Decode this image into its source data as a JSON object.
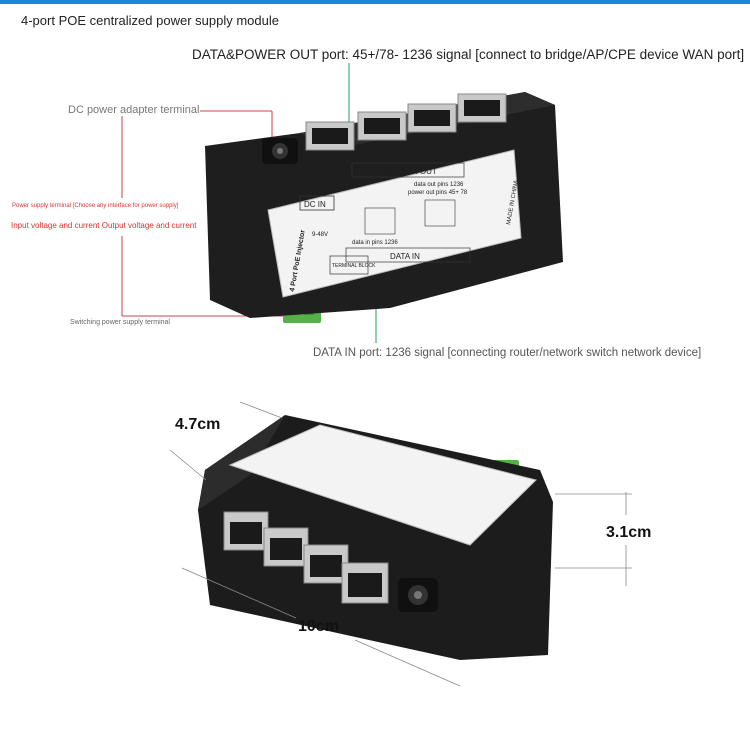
{
  "header": {
    "title": "4-port POE centralized power supply module",
    "accent_color": "#1e88d8"
  },
  "callouts": {
    "data_power_out": "DATA&POWER OUT port: 45+/78- 1236 signal [connect to bridge/AP/CPE device WAN port]",
    "dc_adapter": "DC power adapter terminal",
    "power_supply_terminal": "Power supply terminal [Choose any interface for power supply]",
    "io_note": "Input voltage and current Output voltage and current",
    "switching_terminal": "Switching power supply terminal",
    "data_in": "DATA IN port: 1236 signal [connecting router/network switch network device]"
  },
  "device_label": {
    "dc_in": "DC IN",
    "voltage": "9-48V",
    "terminal_block": "TERMINAL BLOCK",
    "data_power_out": "DATA & POWER OUT",
    "data_out_pins": "data out pins 1236",
    "power_out_pins": "power out pins 45+ 78",
    "data_in_pins": "data in pins 1236",
    "data_in": "DATA IN",
    "made_in": "MADE IN CHINA",
    "product": "4 Port PoE Injector"
  },
  "dimensions": {
    "width": "4.7cm",
    "height": "3.1cm",
    "length": "10cm"
  }
}
